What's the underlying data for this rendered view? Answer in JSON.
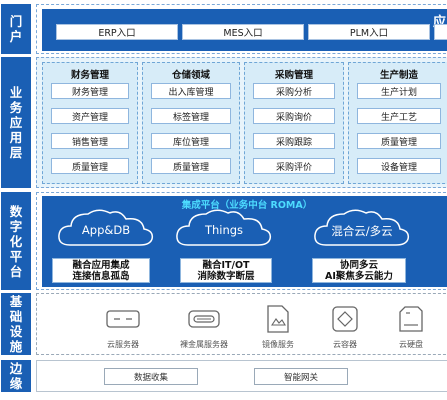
{
  "layers": {
    "portal": "门户",
    "business": "业务应用层",
    "digital": "数字化平台",
    "infrastructure": "基础设施",
    "edge": "边缘"
  },
  "portal": {
    "title": "应",
    "entries": [
      "ERP入口",
      "MES入口",
      "PLM入口"
    ]
  },
  "business": {
    "columns": [
      {
        "title": "财务管理",
        "items": [
          "财务管理",
          "资产管理",
          "销售管理",
          "质量管理"
        ]
      },
      {
        "title": "仓储领域",
        "items": [
          "出入库管理",
          "标签管理",
          "库位管理",
          "质量管理"
        ]
      },
      {
        "title": "采购管理",
        "items": [
          "采购分析",
          "采购询价",
          "采购跟踪",
          "采购评价"
        ]
      },
      {
        "title": "生产制造",
        "items": [
          "生产计划",
          "生产工艺",
          "质量管理",
          "设备管理"
        ]
      }
    ]
  },
  "digital": {
    "title": "集成平台（业务中台 ROMA）",
    "clouds": [
      "App&DB",
      "Things",
      "混合云/多云"
    ],
    "boxes": [
      {
        "line1": "融合应用集成",
        "line2": "连接信息孤岛"
      },
      {
        "line1": "融合IT/OT",
        "line2": "消除数字断层"
      },
      {
        "line1": "协同多云",
        "line2": "AI聚焦多云能力"
      }
    ]
  },
  "infrastructure": {
    "items": [
      {
        "label": "云服务器",
        "icon": "cloud-server-icon"
      },
      {
        "label": "裸金属服务器",
        "icon": "bare-metal-server-icon"
      },
      {
        "label": "镜像服务",
        "icon": "image-service-icon"
      },
      {
        "label": "云容器",
        "icon": "cloud-container-icon"
      },
      {
        "label": "云硬盘",
        "icon": "cloud-disk-icon"
      }
    ]
  },
  "edge": {
    "items": [
      "数据收集",
      "智能网关"
    ]
  },
  "colors": {
    "primary_blue": "#1a5fb4",
    "light_blue": "#d7ecf8",
    "title_cyan": "#4ddcff"
  }
}
